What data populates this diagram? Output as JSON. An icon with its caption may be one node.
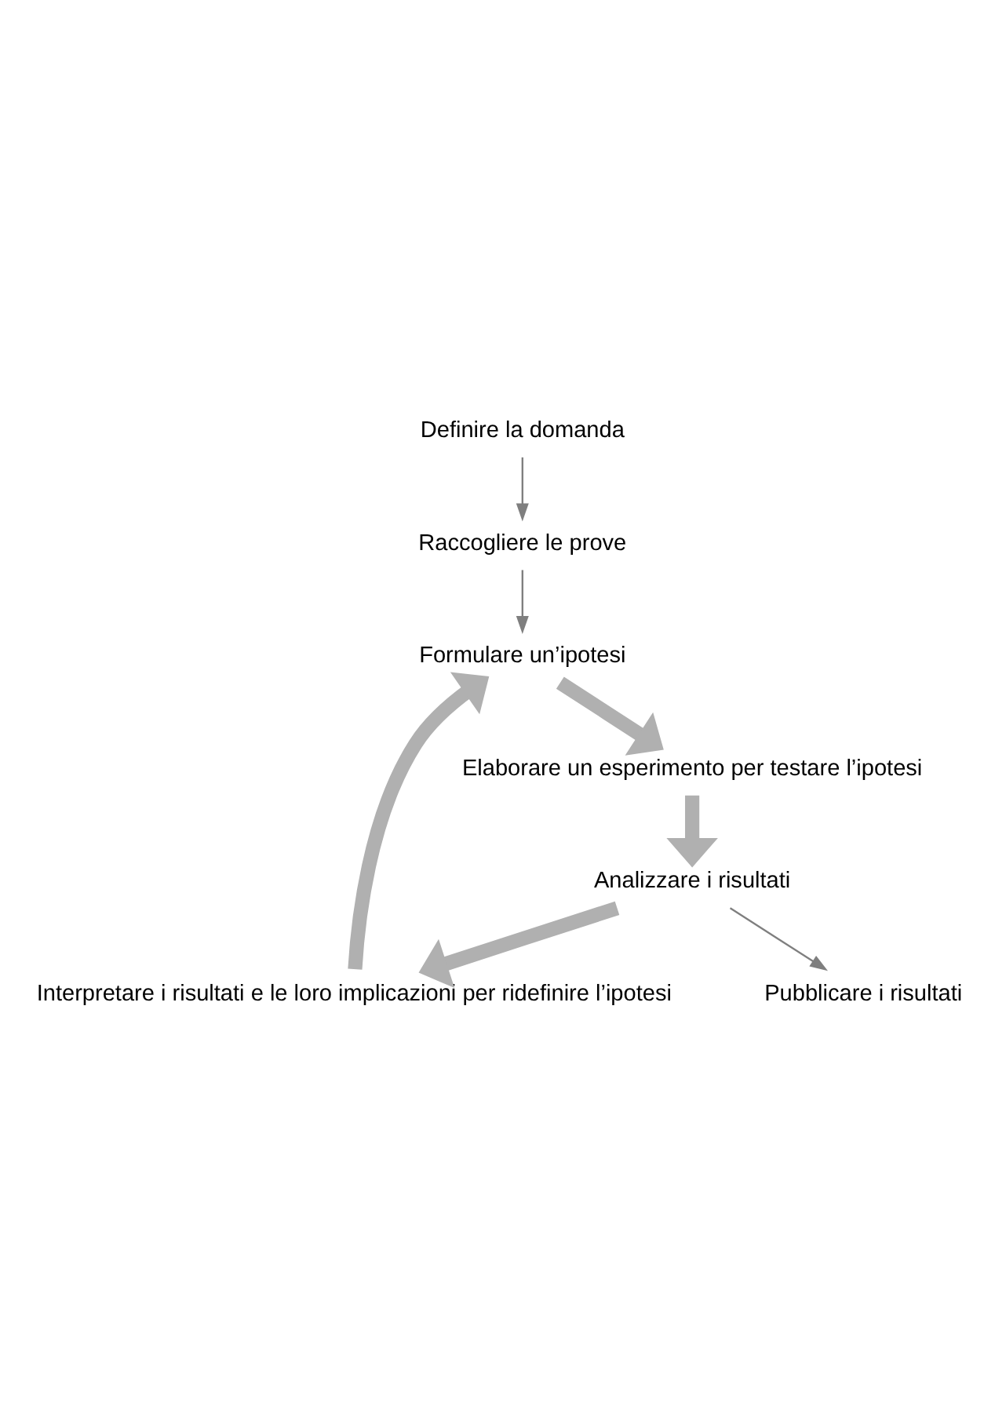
{
  "diagram": {
    "nodes": [
      {
        "text": [
          "Definire la domanda"
        ]
      },
      {
        "text": [
          "Raccogliere le prove"
        ]
      },
      {
        "text": [
          "Interpretare i risultati e le loro implicazioni per ridefinire l’ipotesi"
        ]
      },
      {
        "text": [
          "Formulare un’ipotesi"
        ]
      },
      {
        "text": [
          "Elaborare un esperimento per testare l’ipotesi"
        ]
      },
      {
        "text": [
          "Analizzare i risultati"
        ]
      },
      {
        "text": [
          "Pubblicare i risultati"
        ]
      }
    ],
    "edges": [
      {
        "from": 0,
        "to": 1,
        "arrow": "to",
        "color": "#7f7f7f"
      },
      {
        "from": 1,
        "to": 3,
        "arrow": "to",
        "color": "#7f7f7f"
      },
      {
        "from": 2,
        "to": 3,
        "arrow": "to"
      },
      {
        "from": 3,
        "to": 4,
        "arrow": "to"
      },
      {
        "from": 4,
        "to": 5,
        "arrow": "to"
      },
      {
        "from": 5,
        "to": 2,
        "arrow": "to"
      },
      {
        "from": 5,
        "to": 6,
        "arrow": "to",
        "color": "#7f7f7f"
      }
    ]
  }
}
